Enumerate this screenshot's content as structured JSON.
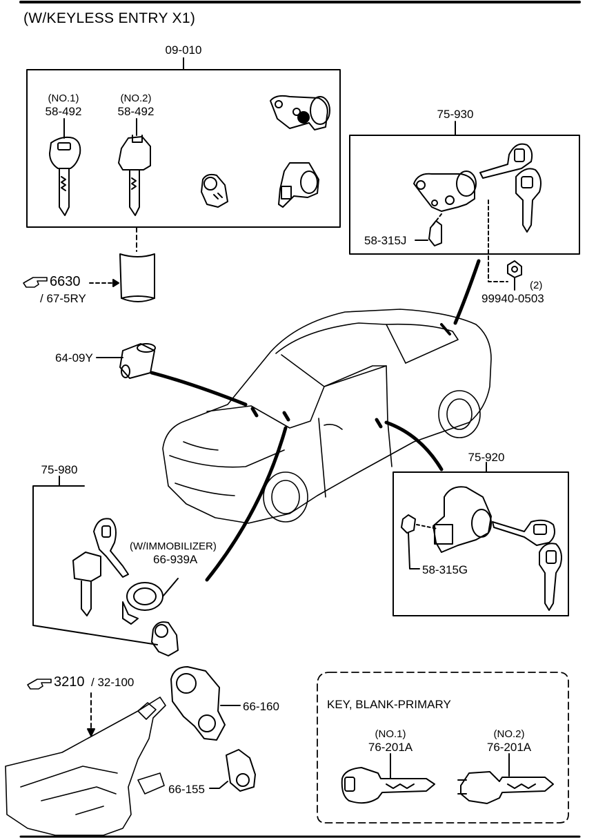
{
  "header": {
    "title": "(W/KEYLESS ENTRY X1)"
  },
  "group_09_010": {
    "code": "09-010",
    "key1_qualifier": "(NO.1)",
    "key1_code": "58-492",
    "key2_qualifier": "(NO.2)",
    "key2_code": "58-492"
  },
  "ref_6630": {
    "number": "6630",
    "sub": "/ 67-5RY"
  },
  "part_64_09Y": {
    "code": "64-09Y"
  },
  "group_75_930": {
    "code": "75-930",
    "clip_code": "58-315J"
  },
  "part_99940": {
    "qty": "(2)",
    "code": "99940-0503"
  },
  "group_75_980": {
    "code": "75-980"
  },
  "immobilizer": {
    "qualifier": "(W/IMMOBILIZER)",
    "code": "66-939A"
  },
  "group_75_920": {
    "code": "75-920",
    "clip_code": "58-315G"
  },
  "ref_3210": {
    "number": "3210",
    "sub": "/ 32-100"
  },
  "part_66_160": {
    "code": "66-160"
  },
  "part_66_155": {
    "code": "66-155"
  },
  "key_blank": {
    "title": "KEY, BLANK-PRIMARY",
    "key1_qualifier": "(NO.1)",
    "key1_code": "76-201A",
    "key2_qualifier": "(NO.2)",
    "key2_code": "76-201A"
  },
  "icons": [
    "pointing-hand-icon"
  ]
}
